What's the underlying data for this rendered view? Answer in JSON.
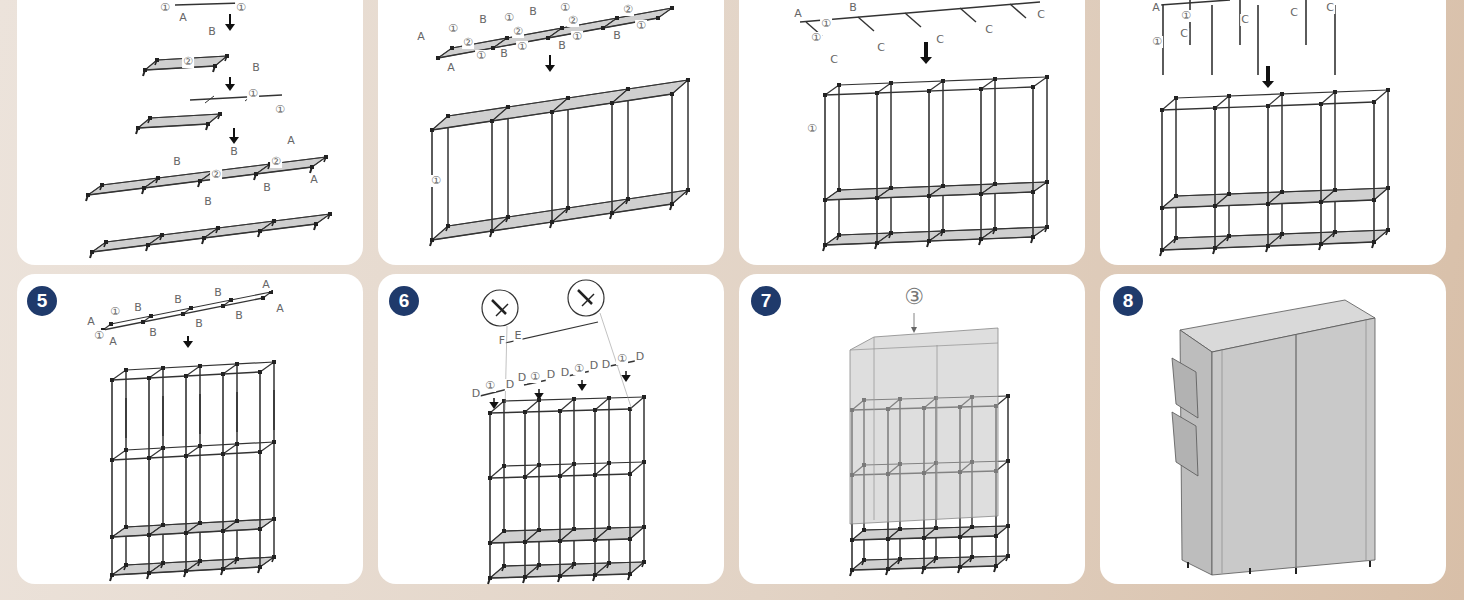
{
  "diagram": {
    "nodes": [
      {
        "text": [
          "5"
        ]
      },
      {
        "text": [
          "6"
        ]
      },
      {
        "text": [
          "7"
        ]
      },
      {
        "text": [
          "8"
        ]
      }
    ],
    "labels": [
      "①",
      "A",
      "①",
      "B",
      "②",
      "B",
      "①",
      "①",
      "B",
      "B",
      "A",
      "②",
      "②",
      "A",
      "B",
      "B",
      "A",
      "①",
      "B",
      "①",
      "B",
      "①",
      "②",
      "②",
      "②",
      "②",
      "A",
      "①",
      "B",
      "①",
      "B",
      "①",
      "B",
      "①",
      "①",
      "A",
      "B",
      "①",
      "①",
      "C",
      "C",
      "C",
      "C",
      "C",
      "①",
      "A",
      "①",
      "C",
      "①",
      "C",
      "C",
      "C",
      "A",
      "①",
      "B",
      "B",
      "B",
      "A",
      "①",
      "A",
      "B",
      "B",
      "B",
      "A",
      "E",
      "F",
      "D",
      "①",
      "D",
      "D",
      "①",
      "D",
      "D",
      "①",
      "D",
      "D",
      "①",
      "D",
      "③"
    ]
  }
}
